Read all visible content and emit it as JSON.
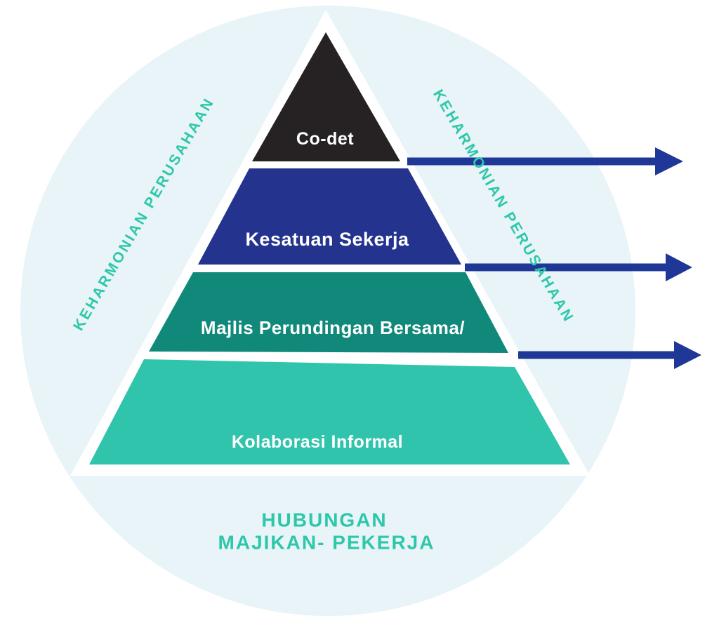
{
  "diagram": {
    "type": "pyramid",
    "circle_color": "#e8f4f8",
    "outline_color": "#ffffff",
    "levels": [
      {
        "label": "Co-det",
        "color": "#262223"
      },
      {
        "label": "Kesatuan Sekerja",
        "color": "#23338e"
      },
      {
        "label": "Majlis Perundingan Bersama/",
        "color": "#11897a"
      },
      {
        "label": "Kolaborasi Informal",
        "color": "#31c4ad"
      }
    ],
    "left_side_label": "KEHARMONIAN PERUSAHAAN",
    "right_side_label": "KEHARMONIAN PERUSAHAAN",
    "bottom_label": {
      "line1": "HUBUNGAN",
      "line2": "MAJIKAN- PEKERJA"
    },
    "label_color": "#2ec7aa",
    "arrow_color": "#1f3796"
  }
}
